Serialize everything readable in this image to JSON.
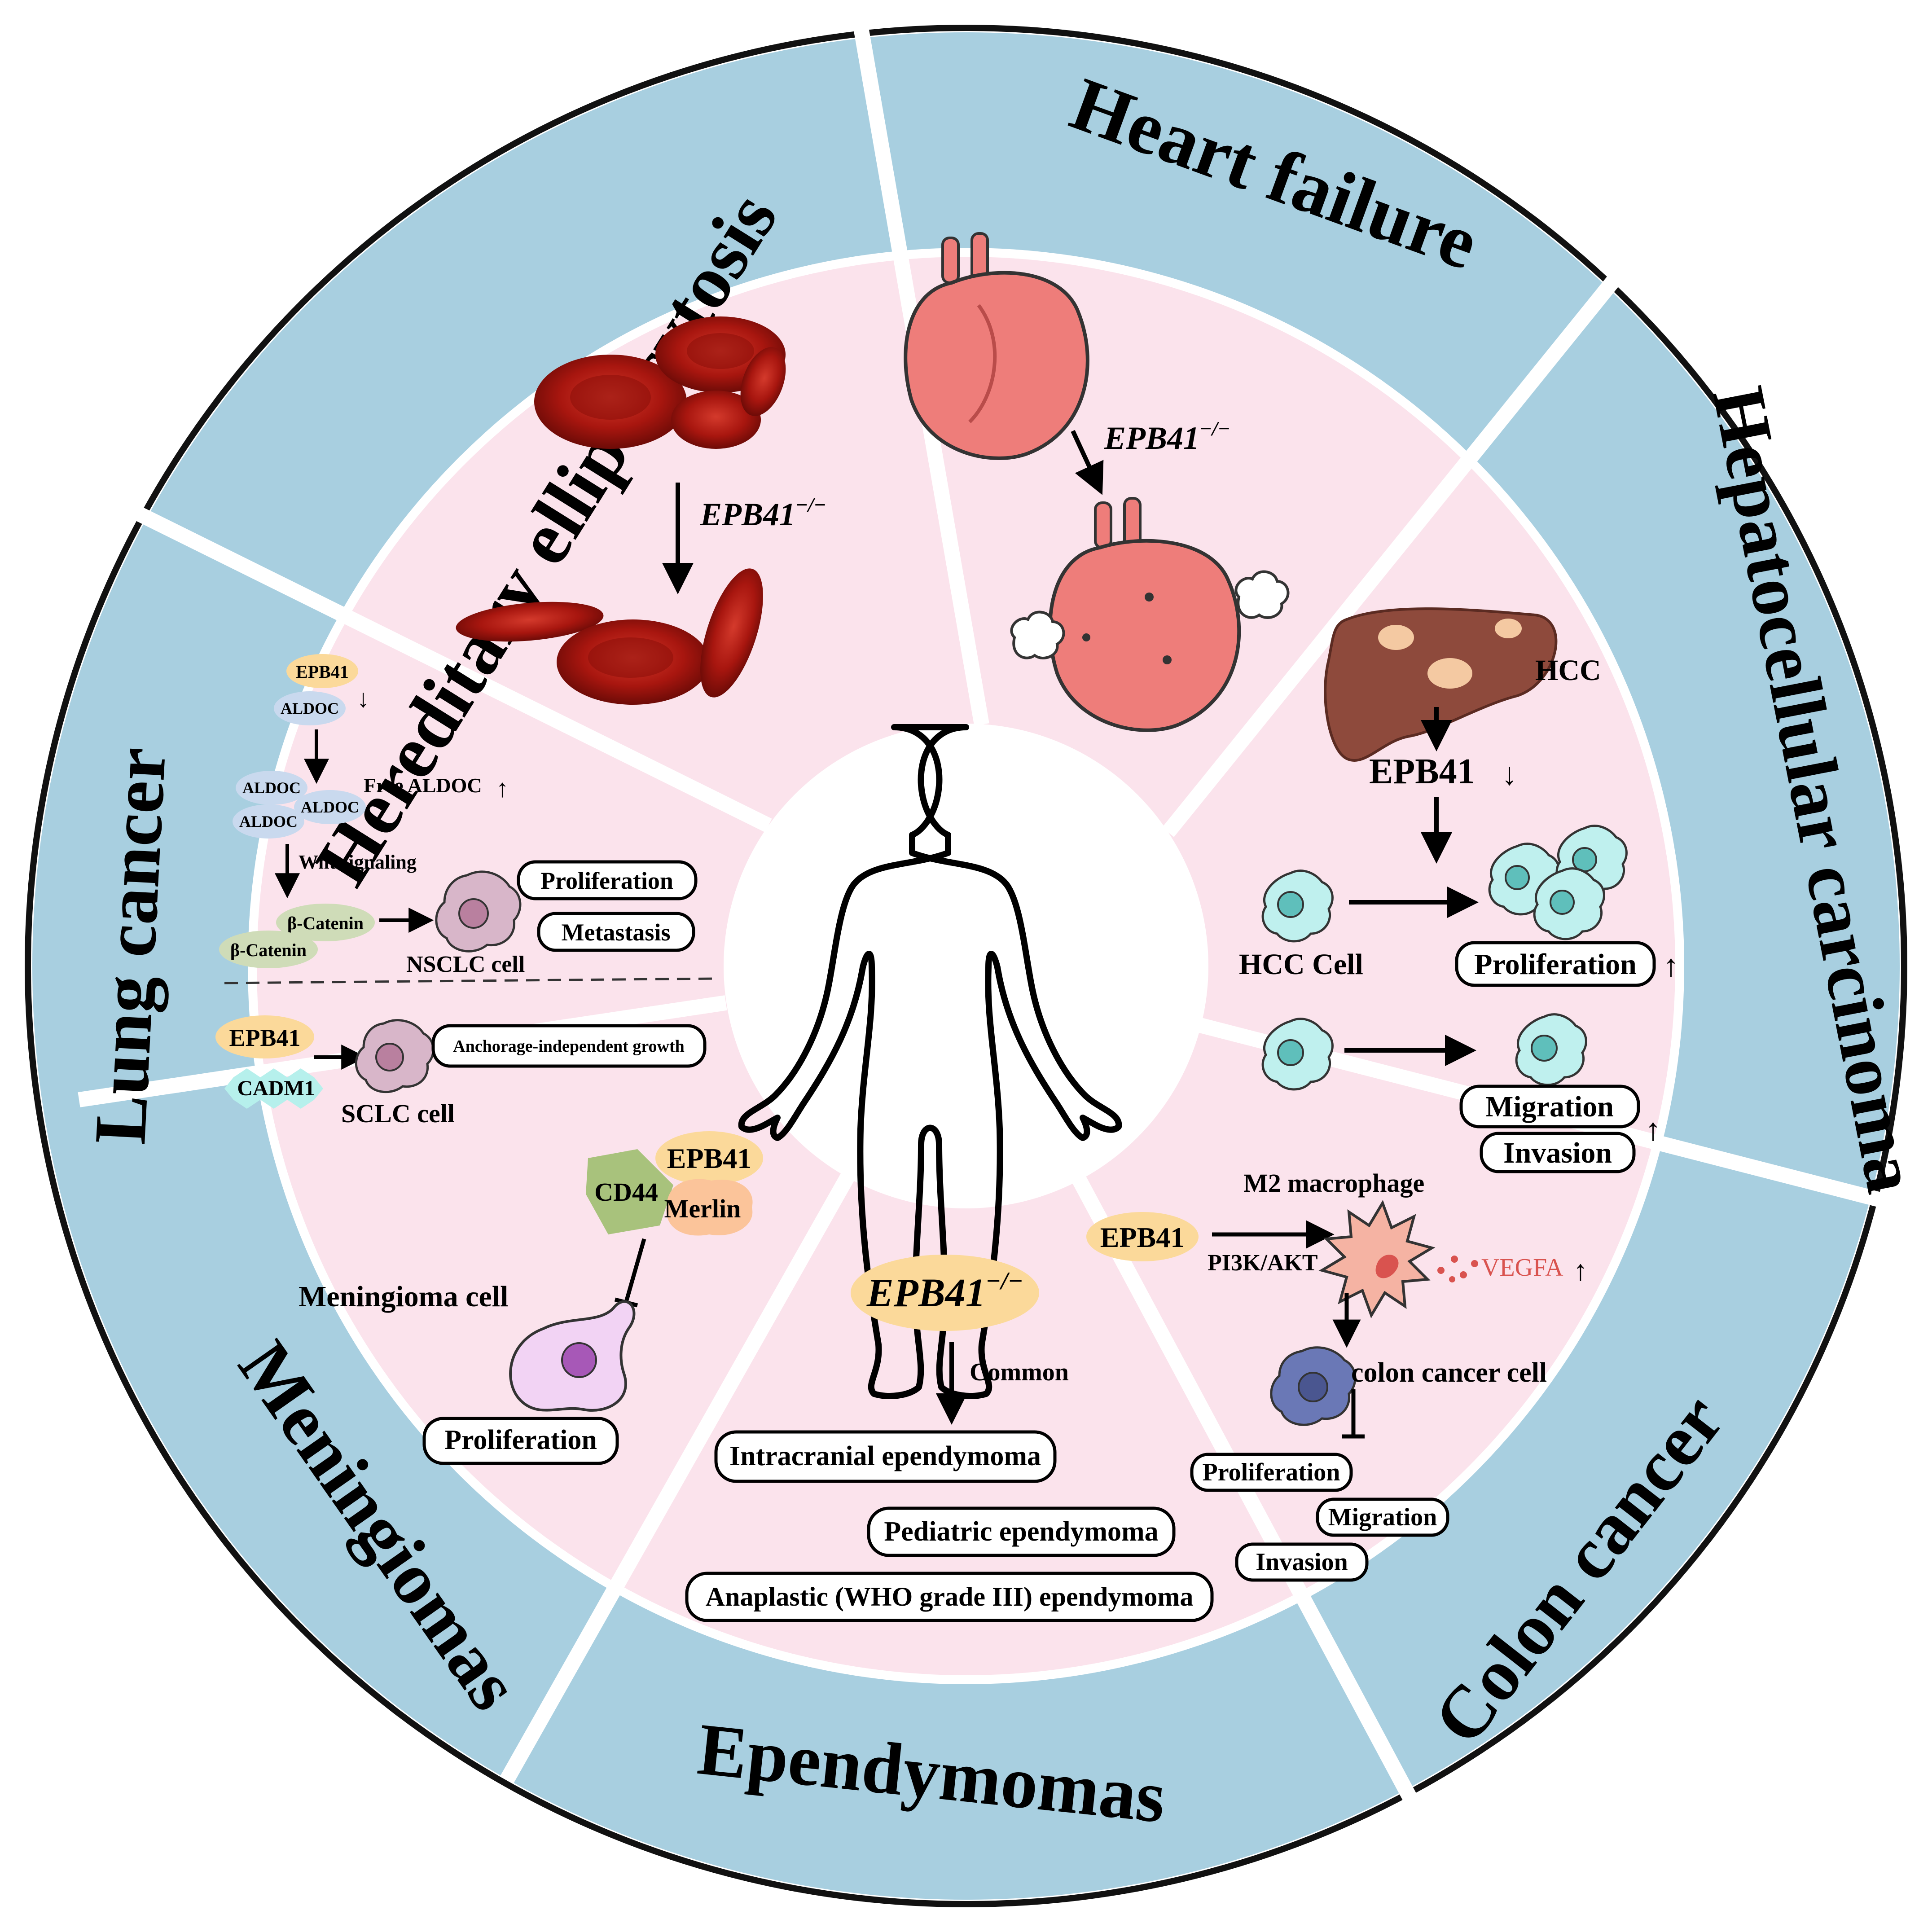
{
  "colors": {
    "ring": "#a8cfe0",
    "inner": "#fbe3ec",
    "center": "#ffffff",
    "divider": "#ffffff",
    "rbc": "#a8160f",
    "heart": "#ee7d7a",
    "liver": "#8e4a3c",
    "hcc_cell": "#7fd6d3",
    "nsclc_cell": "#b9809f",
    "macrophage": "#f08c7a",
    "colon_cell": "#6a78b6",
    "meningioma_cell": "#e9b7ea",
    "oval_yellow": "#fbd99a",
    "oval_blue": "#c9d9ee",
    "oval_green": "#cfdcb8",
    "cadm1": "#b6f0ec",
    "cd44": "#a8c27c",
    "merlin": "#fbc49a",
    "vegfa": "#d9534f"
  },
  "sectors": {
    "hereditary_elliptocytosis": "Hereditary elliptocytosis",
    "heart_failure": "Heart failure",
    "hepatocellular_carcinoma": "Hepatocellular carcinoma",
    "colon_cancer": "Colon cancer",
    "ependymomas": "Ependymomas",
    "meningiomas": "Meningiomas",
    "lung_cancer": "Lung cancer"
  },
  "gene": {
    "name": "EPB41",
    "knockout_sup": "−/−"
  },
  "lung": {
    "epb41": "EPB41",
    "aldoc": "ALDOC",
    "free_aldoc": "Free ALDOC",
    "wnt": "Wnt signaling",
    "beta_catenin": "β-Catenin",
    "nsclc_cell": "NSCLC cell",
    "proliferation": "Proliferation",
    "metastasis": "Metastasis",
    "cadm1": "CADM1",
    "sclc_cell": "SCLC cell",
    "anchorage": "Anchorage-independent growth"
  },
  "hcc": {
    "hcc": "HCC",
    "epb41": "EPB41",
    "hcc_cell": "HCC Cell",
    "proliferation": "Proliferation",
    "migration": "Migration",
    "invasion": "Invasion"
  },
  "colon": {
    "m2": "M2 macrophage",
    "epb41": "EPB41",
    "pi3k": "PI3K/AKT",
    "vegfa": "VEGFA",
    "colon_cell": "colon cancer cell",
    "proliferation": "Proliferation",
    "migration": "Migration",
    "invasion": "Invasion"
  },
  "ependymoma": {
    "common": "Common",
    "intracranial": "Intracranial ependymoma",
    "pediatric": "Pediatric ependymoma",
    "anaplastic": "Anaplastic (WHO grade III) ependymoma"
  },
  "meningioma": {
    "cd44": "CD44",
    "epb41": "EPB41",
    "merlin": "Merlin",
    "cell": "Meningioma cell",
    "proliferation": "Proliferation"
  }
}
